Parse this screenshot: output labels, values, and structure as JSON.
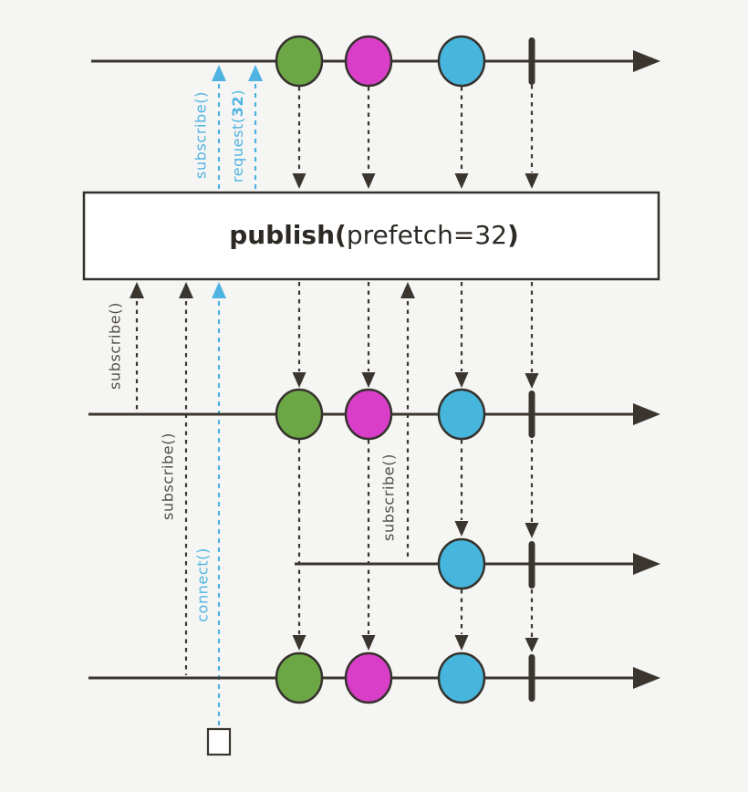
{
  "diagram": {
    "type": "marble-diagram",
    "operator": {
      "label_bold_open": "publish(",
      "label_arg": "prefetch=32",
      "label_bold_close": ")"
    },
    "labels": {
      "subscribe_source": "subscribe()",
      "request_open": "request(",
      "request_value": "32",
      "request_close": ")",
      "subscribe_1": "subscribe()",
      "subscribe_2": "subscribe()",
      "subscribe_3": "subscribe()",
      "connect": "connect()"
    },
    "colors": {
      "background": "#f5f5f3",
      "line_dark": "#3a352f",
      "accent_blue": "#4fb3e2",
      "marble_green": "#6ca746",
      "marble_magenta": "#d93ec8",
      "marble_blue": "#47b6dc",
      "box_fill": "#ffffff"
    },
    "streams": [
      {
        "name": "source",
        "marbles": [
          "green",
          "magenta",
          "blue",
          "complete"
        ]
      },
      {
        "name": "subscriber-1",
        "marbles": [
          "green",
          "magenta",
          "blue",
          "complete"
        ]
      },
      {
        "name": "subscriber-2",
        "marbles": [
          "blue",
          "complete"
        ]
      },
      {
        "name": "subscriber-3",
        "marbles": [
          "green",
          "magenta",
          "blue",
          "complete"
        ]
      }
    ]
  }
}
